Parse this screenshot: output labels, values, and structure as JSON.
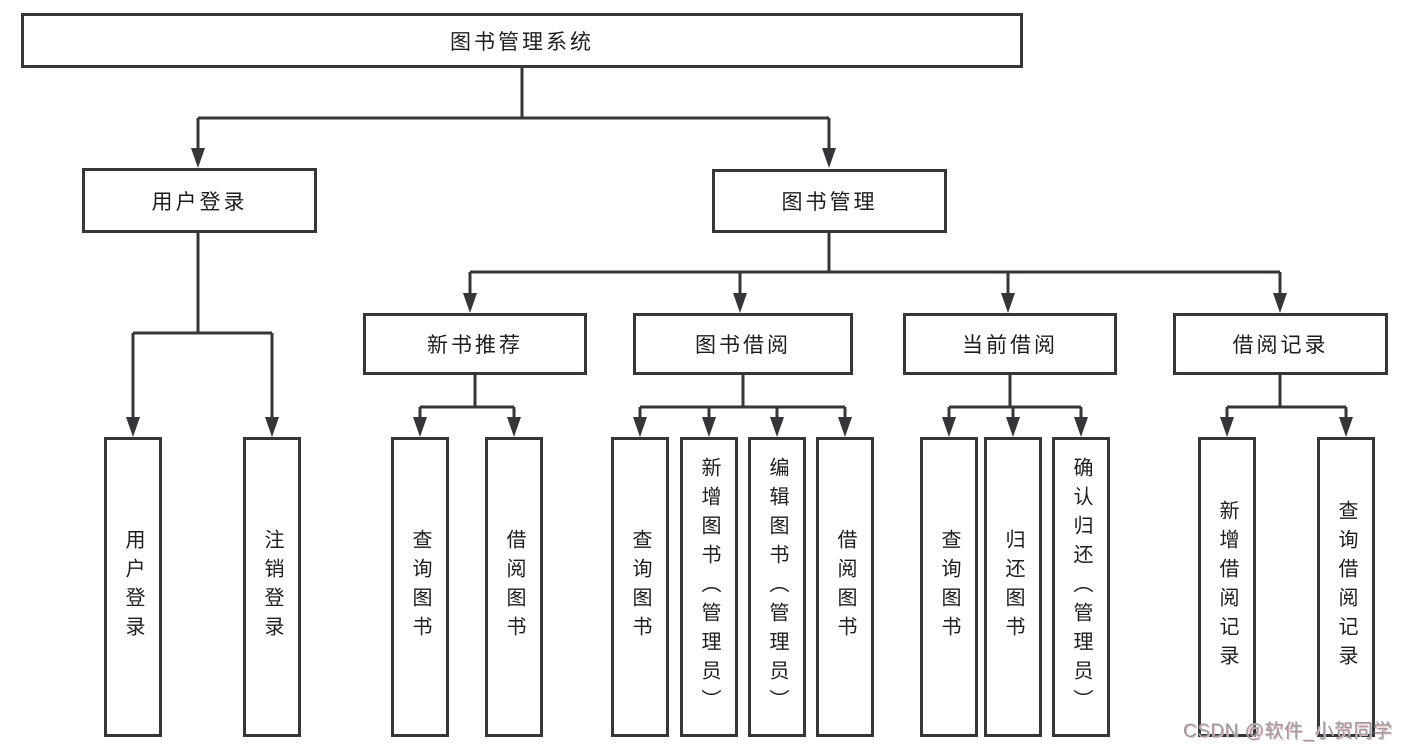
{
  "diagram": {
    "root": {
      "label": "图书管理系统"
    },
    "branches": {
      "user_login": {
        "label": "用户登录",
        "children": [
          "用户登录",
          "注销登录"
        ]
      },
      "book_management": {
        "label": "图书管理",
        "children": {
          "new_book_recommend": {
            "label": "新书推荐",
            "children": [
              "查询图书",
              "借阅图书"
            ]
          },
          "book_borrowing": {
            "label": "图书借阅",
            "children": [
              "查询图书",
              "新增图书（管理员）",
              "编辑图书（管理员）",
              "借阅图书"
            ]
          },
          "current_borrowing": {
            "label": "当前借阅",
            "children": [
              "查询图书",
              "归还图书",
              "确认归还（管理员）"
            ]
          },
          "borrowing_records": {
            "label": "借阅记录",
            "children": [
              "新增借阅记录",
              "查询借阅记录"
            ]
          }
        }
      }
    }
  },
  "watermark": "CSDN @软件_小贺同学",
  "colors": {
    "line": "#35363a",
    "text": "#1d1d21",
    "background": "#ffffff",
    "watermark": "#9b9ba3"
  }
}
